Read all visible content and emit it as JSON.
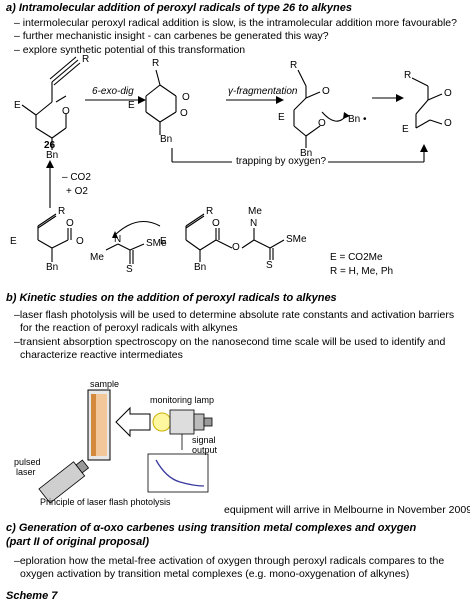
{
  "sectionA": {
    "heading": "a) Intramolecular addition of peroxyl radicals of type 26 to alkynes",
    "bullets": [
      "– intermolecular peroxyl radical addition is slow, is the intramolecular addition more favourable?",
      "– further mechanistic insight - can carbenes be generated this way?",
      "– explore synthetic potential of this transformation"
    ],
    "scheme": {
      "arrow1": "6-exo-dig",
      "arrow2": "γ-fragmentation",
      "trapping": "trapping by oxygen?",
      "co2": "– CO2",
      "o2": "+ O2",
      "compound": "26",
      "e_def": "E = CO2Me",
      "r_def": "R = H, Me, Ph",
      "bn_radical": "Bn •",
      "labels": {
        "E": "E",
        "Bn": "Bn",
        "R": "R",
        "O": "O",
        "N": "N",
        "S": "S",
        "SMe": "SMe",
        "Me": "Me"
      }
    }
  },
  "sectionB": {
    "heading": "b) Kinetic studies on the addition of peroxyl radicals to alkynes",
    "bullets": [
      "–laser flash photolysis will be used to determine absolute rate constants and activation barriers",
      "for the reaction of peroxyl radicals with alkynes",
      "–transient absorption spectroscopy on the nanosecond time scale will be used to identify and",
      "characterize reactive intermediates"
    ],
    "figure": {
      "sample": "sample",
      "lamp": "monitoring lamp",
      "signal1": "signal",
      "signal2": "output",
      "laser1": "pulsed",
      "laser2": "laser",
      "caption": "Principle of laser flash photolysis"
    },
    "equipment": "equipment will arrive in Melbourne in November 2009"
  },
  "sectionC": {
    "heading1": "c) Generation of α-oxo carbenes using transition metal complexes and oxygen",
    "heading2": "(part II of original proposal)",
    "bullets": [
      "–eploration how the metal-free activation of oxygen through peroxyl radicals compares to the",
      "oxygen activation by transition  metal complexes (e.g. mono-oxygenation of alkynes)"
    ]
  },
  "scheme_label": "Scheme 7"
}
